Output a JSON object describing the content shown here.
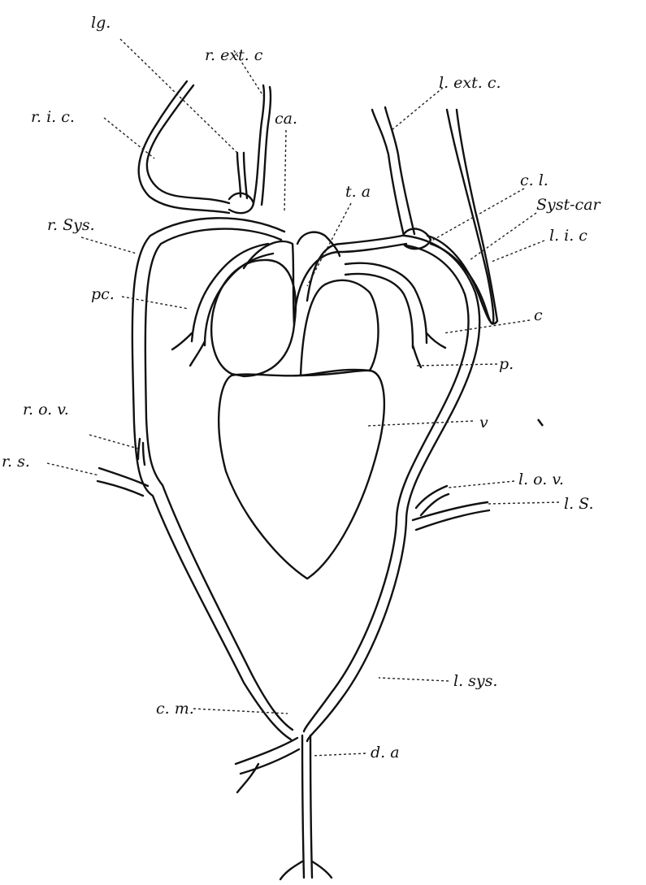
{
  "labels": {
    "lg": "lg.",
    "r_ext_c": "r. ext. c",
    "r_i_c": "r. i. c.",
    "ca": "ca.",
    "l_ext_c": "l. ext. c.",
    "t_a": "t. a",
    "c_l": "c. l.",
    "syst_car": "Syst-car",
    "r_sys": "r. Sys.",
    "l_i_c": "l. i. c",
    "pc": "pc.",
    "c": "c",
    "p": "p.",
    "r_o_v": "r. o. v.",
    "v": "v",
    "r_s": "r. s.",
    "l_o_v": "l. o. v.",
    "l_s": "l. S.",
    "l_sys": "l. sys.",
    "c_m": "c. m.",
    "d_a": "d. a"
  },
  "colors": {
    "ink": "#111111",
    "paper": "#ffffff"
  }
}
